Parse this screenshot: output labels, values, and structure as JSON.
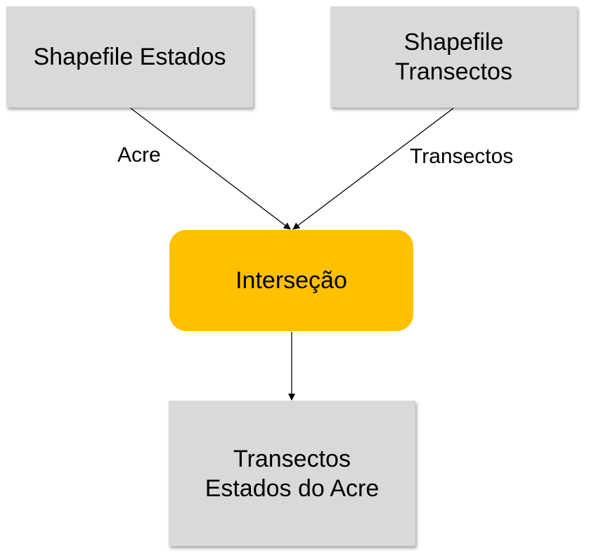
{
  "nodes": {
    "estados": {
      "lines": [
        "Shapefile Estados"
      ]
    },
    "transectos": {
      "lines": [
        "Shapefile",
        "Transectos"
      ]
    },
    "intersecao": {
      "lines": [
        "Interseção"
      ]
    },
    "resultado": {
      "lines": [
        "Transectos",
        "Estados do Acre"
      ]
    }
  },
  "edges": {
    "estados_to_intersecao": {
      "label": "Acre"
    },
    "transectos_to_intersecao": {
      "label": "Transectos"
    }
  },
  "colors": {
    "box_fill": "#d9d9d9",
    "process_fill": "#ffc000",
    "line": "#000000"
  }
}
